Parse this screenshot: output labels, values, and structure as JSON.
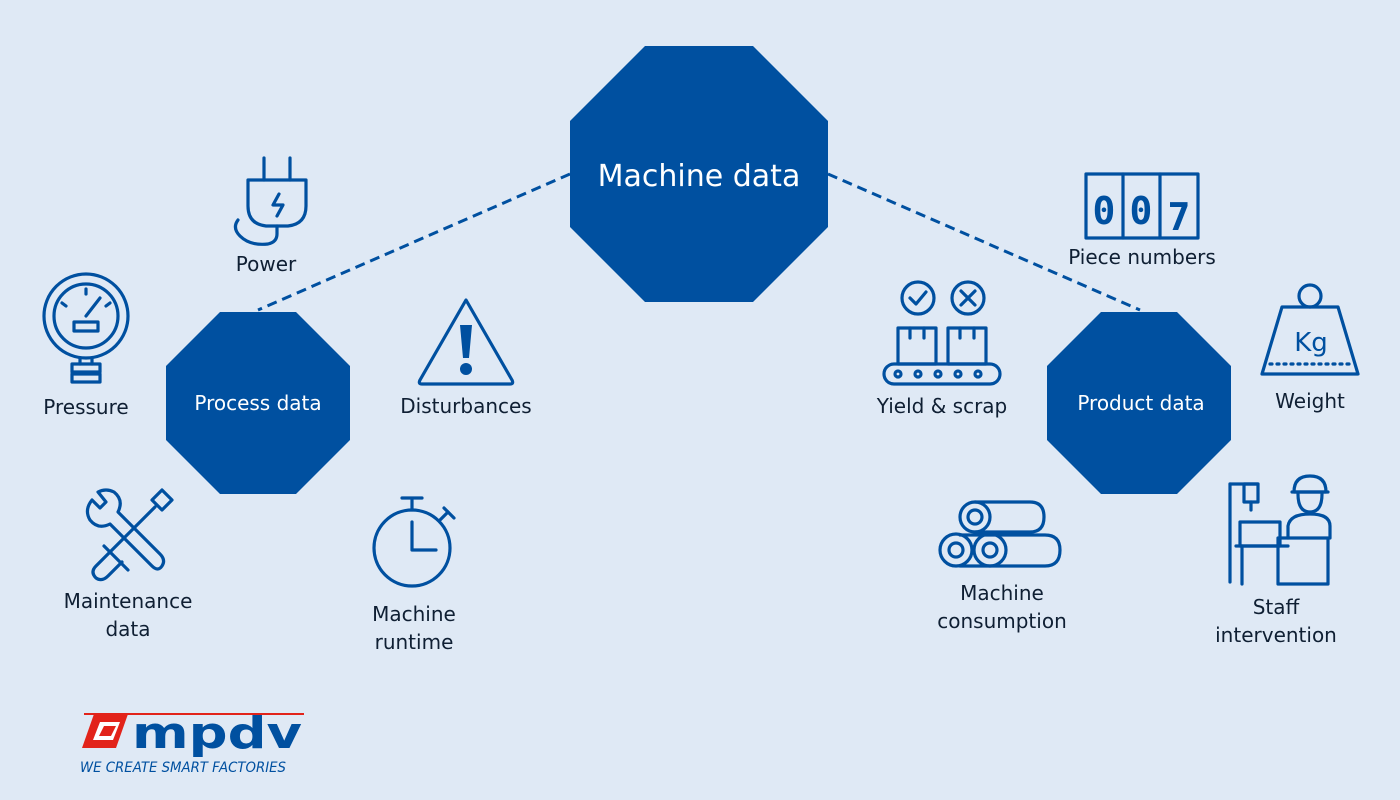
{
  "colors": {
    "background": "#dfe9f5",
    "primary_blue": "#0050a0",
    "logo_red": "#e2231a",
    "text": "#0f1f33"
  },
  "hubs": {
    "center": "Machine data",
    "left": "Process data",
    "right": "Product data"
  },
  "left_items": {
    "power": "Power",
    "pressure": "Pressure",
    "disturbances": "Disturbances",
    "maintenance": [
      "Maintenance",
      "data"
    ],
    "runtime": [
      "Machine",
      "runtime"
    ]
  },
  "right_items": {
    "counter_digits": [
      "0",
      "0",
      "7"
    ],
    "piece_numbers": "Piece numbers",
    "yield": "Yield & scrap",
    "weight_unit": "Kg",
    "weight": "Weight",
    "consumption": [
      "Machine",
      "consumption"
    ],
    "staff": [
      "Staff",
      "intervention"
    ]
  },
  "icons": [
    "plug-icon",
    "pressure-gauge-icon",
    "warning-icon",
    "tools-icon",
    "stopwatch-icon",
    "counter-icon",
    "conveyor-icon",
    "weight-icon",
    "pipes-icon",
    "worker-machine-icon"
  ],
  "logo": {
    "wordmark": "mpdv",
    "tagline": "WE CREATE SMART FACTORIES"
  }
}
